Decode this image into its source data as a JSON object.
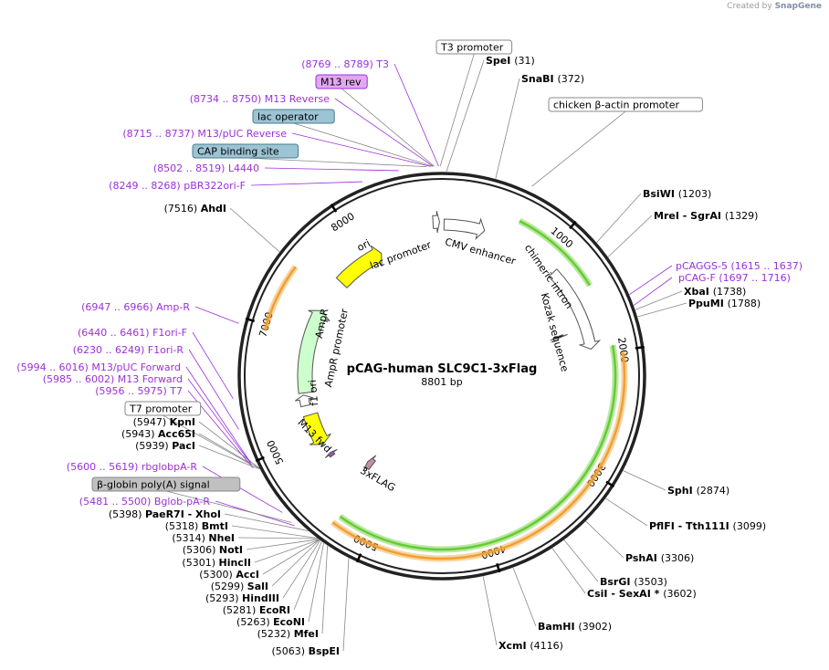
{
  "credit": {
    "prefix": "Created by",
    "brand": "SnapGene"
  },
  "plasmid": {
    "name": "pCAG-human SLC9C1-3xFlag",
    "length_label": "8801 bp",
    "total_bp": 8801
  },
  "ticks": [
    {
      "bp": 1000,
      "label": "1000"
    },
    {
      "bp": 2000,
      "label": "2000"
    },
    {
      "bp": 3000,
      "label": "3000"
    },
    {
      "bp": 4000,
      "label": "4000"
    },
    {
      "bp": 5000,
      "label": "5000"
    },
    {
      "bp": 6000,
      "label": "5000"
    },
    {
      "bp": 7000,
      "label": "7000"
    },
    {
      "bp": 8000,
      "label": "8000"
    }
  ],
  "features_inner": [
    {
      "name": "ori",
      "start": 7650,
      "end": 8160,
      "color": "#ffff00",
      "dir": "cw",
      "label": "ori"
    },
    {
      "name": "AmpR",
      "start": 6430,
      "end": 7300,
      "color": "#ccffcc",
      "dir": "cw",
      "label": "AmpR"
    },
    {
      "name": "AmpR promoter",
      "start": 6300,
      "end": 6410,
      "color": "#ffffff",
      "dir": "cw",
      "label": "AmpR promoter"
    },
    {
      "name": "f1 ori",
      "start": 5870,
      "end": 6200,
      "color": "#ffff00",
      "dir": "ccw",
      "label": "f1 ori"
    },
    {
      "name": "M13 fwd",
      "start": 5720,
      "end": 5760,
      "color": "#a050c0",
      "dir": "cw",
      "label": "M13 fwd"
    },
    {
      "name": "3xFLAG",
      "start": 5330,
      "end": 5400,
      "color": "#c78fa8",
      "dir": "cw",
      "label": "3xFLAG"
    },
    {
      "name": "lac promoter",
      "start": 8720,
      "end": 8780,
      "color": "#ffffff",
      "dir": "cw",
      "label": "lac promoter"
    },
    {
      "name": "CMV enhancer",
      "start": 20,
      "end": 400,
      "color": "#ffffff",
      "dir": "cw",
      "label": "CMV enhancer"
    },
    {
      "name": "chimeric intron",
      "start": 1150,
      "end": 1950,
      "color": "#ffffff",
      "dir": "cw",
      "label": "chimeric intron"
    },
    {
      "name": "Kozak sequence",
      "start": 1740,
      "end": 1760,
      "color": "#000000",
      "dir": "cw",
      "label": "Kozak sequence"
    }
  ],
  "features_outer": [
    {
      "name": "chimeric intron green",
      "start": 650,
      "end": 1430,
      "color": "#66cc33",
      "label": ""
    },
    {
      "name": "SLC9C1 green",
      "start": 1950,
      "end": 5280,
      "color": "#66cc33",
      "label": ""
    },
    {
      "name": "SLC9C1 orange",
      "start": 2020,
      "end": 5300,
      "color": "#f0a030",
      "label": ""
    },
    {
      "name": "Amp orange",
      "start": 6960,
      "end": 7500,
      "color": "#f0a030",
      "label": ""
    }
  ],
  "sites_right": [
    {
      "name": "SpeI",
      "pos": "(31)",
      "bp": 31
    },
    {
      "name": "SnaBI",
      "pos": "(372)",
      "bp": 372
    },
    {
      "name": "BsiWI",
      "pos": "(1203)",
      "bp": 1203
    },
    {
      "name": "MreI - SgrAI",
      "pos": "(1329)",
      "bp": 1329
    },
    {
      "name": "XbaI",
      "pos": "(1738)",
      "bp": 1738
    },
    {
      "name": "PpuMI",
      "pos": "(1788)",
      "bp": 1788
    },
    {
      "name": "SphI",
      "pos": "(2874)",
      "bp": 2874
    },
    {
      "name": "PflFI - Tth111I",
      "pos": "(3099)",
      "bp": 3099
    },
    {
      "name": "PshAI",
      "pos": "(3306)",
      "bp": 3306
    },
    {
      "name": "BsrGI",
      "pos": "(3503)",
      "bp": 3503
    },
    {
      "name": "CsiI - SexAI *",
      "pos": "(3602)",
      "bp": 3602
    },
    {
      "name": "BamHI",
      "pos": "(3902)",
      "bp": 3902
    },
    {
      "name": "XcmI",
      "pos": "(4116)",
      "bp": 4116
    }
  ],
  "sites_left": [
    {
      "name": "BspEI",
      "pos": "(5063)",
      "bp": 5063
    },
    {
      "name": "MfeI",
      "pos": "(5232)",
      "bp": 5232
    },
    {
      "name": "EcoNI",
      "pos": "(5263)",
      "bp": 5263
    },
    {
      "name": "EcoRI",
      "pos": "(5281)",
      "bp": 5281
    },
    {
      "name": "HindIII",
      "pos": "(5293)",
      "bp": 5293
    },
    {
      "name": "SalI",
      "pos": "(5299)",
      "bp": 5299
    },
    {
      "name": "AccI",
      "pos": "(5300)",
      "bp": 5300
    },
    {
      "name": "HincII",
      "pos": "(5301)",
      "bp": 5301
    },
    {
      "name": "NotI",
      "pos": "(5306)",
      "bp": 5306
    },
    {
      "name": "NheI",
      "pos": "(5314)",
      "bp": 5314
    },
    {
      "name": "BmtI",
      "pos": "(5318)",
      "bp": 5318
    },
    {
      "name": "PaeR7I - XhoI",
      "pos": "(5398)",
      "bp": 5398
    },
    {
      "name": "PacI",
      "pos": "(5939)",
      "bp": 5939
    },
    {
      "name": "Acc65I",
      "pos": "(5943)",
      "bp": 5943
    },
    {
      "name": "KpnI",
      "pos": "(5947)",
      "bp": 5947
    },
    {
      "name": "AhdI",
      "pos": "(7516)",
      "bp": 7516
    }
  ],
  "primers_right": [
    {
      "name": "pCAGGS-5",
      "pos": "(1615 .. 1637)",
      "bp": 1626
    },
    {
      "name": "pCAG-F",
      "pos": "(1697 .. 1716)",
      "bp": 1706
    }
  ],
  "primers_left": [
    {
      "name": "T3",
      "pos": "(8769 .. 8789)",
      "bp": 8779
    },
    {
      "name": "M13 Reverse",
      "pos": "(8734 .. 8750)",
      "bp": 8742
    },
    {
      "name": "M13/pUC Reverse",
      "pos": "(8715 .. 8737)",
      "bp": 8726
    },
    {
      "name": "L4440",
      "pos": "(8502 .. 8519)",
      "bp": 8510
    },
    {
      "name": "pBR322ori-F",
      "pos": "(8249 .. 8268)",
      "bp": 8258
    },
    {
      "name": "Amp-R",
      "pos": "(6947 .. 6966)",
      "bp": 6956
    },
    {
      "name": "F1ori-F",
      "pos": "(6440 .. 6461)",
      "bp": 6450
    },
    {
      "name": "F1ori-R",
      "pos": "(6230 .. 6249)",
      "bp": 6240
    },
    {
      "name": "M13/pUC Forward",
      "pos": "(5994 .. 6016)",
      "bp": 6005
    },
    {
      "name": "M13 Forward",
      "pos": "(5985 .. 6002)",
      "bp": 5993
    },
    {
      "name": "T7",
      "pos": "(5956 .. 5975)",
      "bp": 5965
    },
    {
      "name": "rbglobpA-R",
      "pos": "(5600 .. 5619)",
      "bp": 5610
    },
    {
      "name": "Bglob-pA-R",
      "pos": "(5481 .. 5500)",
      "bp": 5490
    }
  ],
  "boxed_features": [
    {
      "text": "T3 promoter",
      "bg": "#ffffff",
      "fg": "#000000",
      "border": "#888888",
      "bp": 8790
    },
    {
      "text": "chicken β-actin promoter",
      "bg": "#ffffff",
      "fg": "#000000",
      "border": "#888888",
      "bp": 620
    },
    {
      "text": "M13 rev",
      "bg": "#e0a8f0",
      "fg": "#000000",
      "border": "#9b30d9",
      "bp": 8750
    },
    {
      "text": "lac operator",
      "bg": "#9cc4d4",
      "fg": "#000000",
      "border": "#4a7a8c",
      "bp": 8740
    },
    {
      "text": "CAP binding site",
      "bg": "#9cc4d4",
      "fg": "#000000",
      "border": "#4a7a8c",
      "bp": 8700
    },
    {
      "text": "T7 promoter",
      "bg": "#ffffff",
      "fg": "#000000",
      "border": "#888888",
      "bp": 5990
    },
    {
      "text": "β-globin poly(A) signal",
      "bg": "#c0c0c0",
      "fg": "#000000",
      "border": "#888888",
      "bp": 5520
    }
  ]
}
